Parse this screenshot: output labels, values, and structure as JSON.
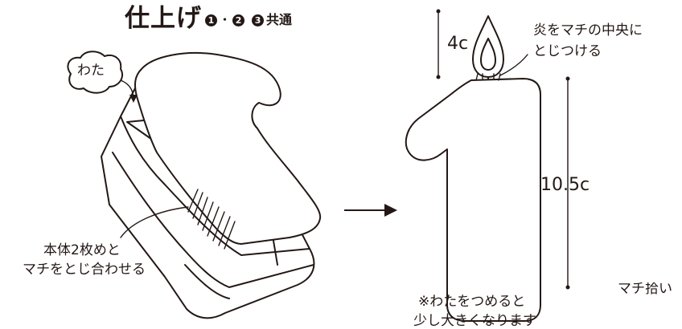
{
  "header": {
    "title": "仕上げ",
    "step_numbers": [
      "1",
      "2",
      "3"
    ],
    "step_separator": "・",
    "common_label": "共通"
  },
  "left_figure": {
    "cotton_label": "わた",
    "sew_note_line1": "本体2枚めと",
    "sew_note_line2": "マチをとじ合わせる"
  },
  "right_figure": {
    "flame_height": "4c",
    "flame_note_line1": "炎をマチの中央に",
    "flame_note_line2": "とじつける",
    "body_height": "10.5c",
    "cotton_note_line1": "※わたをつめると",
    "cotton_note_line2": "少し大きくなります",
    "cut_off_text": "マチ拾い"
  },
  "colors": {
    "ink": "#231815",
    "flame_fill": "#ffffff",
    "background": "#ffffff"
  }
}
